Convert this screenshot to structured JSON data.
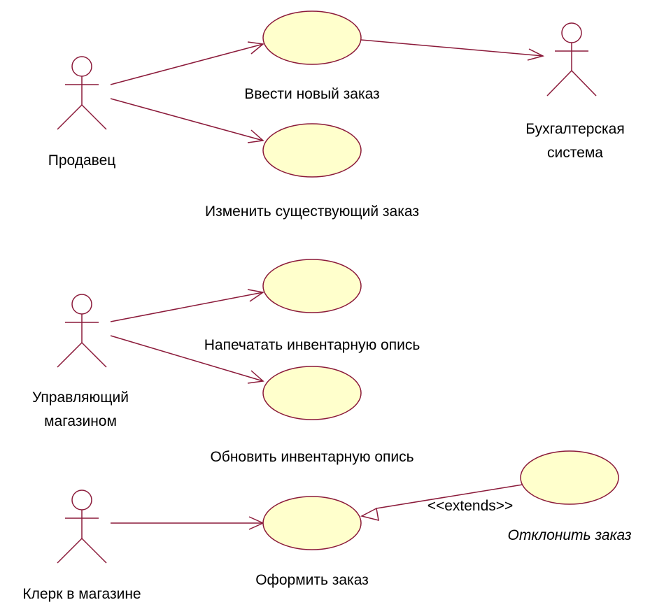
{
  "colors": {
    "line": "#8b1a3a",
    "usecase_fill": "#ffffcc",
    "text": "#000000"
  },
  "actors": {
    "seller": "Продавец",
    "accounting_line1": "Бухгалтерская",
    "accounting_line2": "система",
    "manager_line1": "Управляющий",
    "manager_line2": "магазином",
    "clerk": "Клерк в магазине"
  },
  "usecases": {
    "enter_order": "Ввести новый заказ",
    "change_order": "Изменить существующий заказ",
    "print_inventory": "Напечатать инвентарную опись",
    "update_inventory": "Обновить инвентарную опись",
    "place_order": "Оформить заказ",
    "reject_order": "Отклонить заказ"
  },
  "relations": {
    "extends_label": "<<extends>>"
  }
}
